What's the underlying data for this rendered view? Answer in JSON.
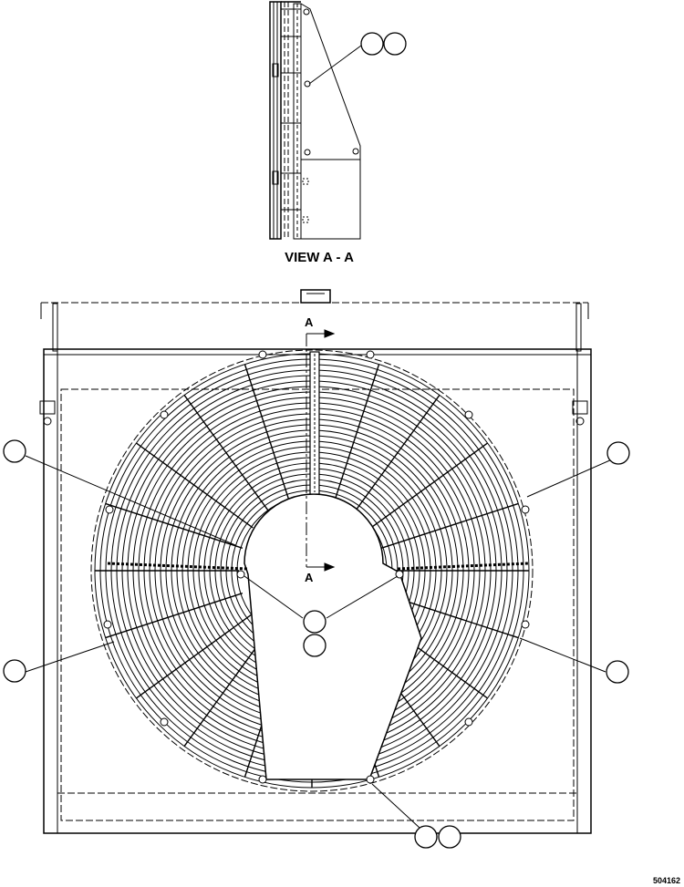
{
  "view_title": "VIEW A - A",
  "section_marker": "A",
  "figure_number": "504162",
  "colors": {
    "line": "#000000",
    "background": "#ffffff"
  },
  "callouts": [
    {
      "id": "top-right-view",
      "count": 2
    },
    {
      "id": "left-upper",
      "count": 1
    },
    {
      "id": "right-upper",
      "count": 1
    },
    {
      "id": "center",
      "count": 2
    },
    {
      "id": "left-lower",
      "count": 1
    },
    {
      "id": "right-lower",
      "count": 1
    },
    {
      "id": "bottom",
      "count": 2
    }
  ]
}
